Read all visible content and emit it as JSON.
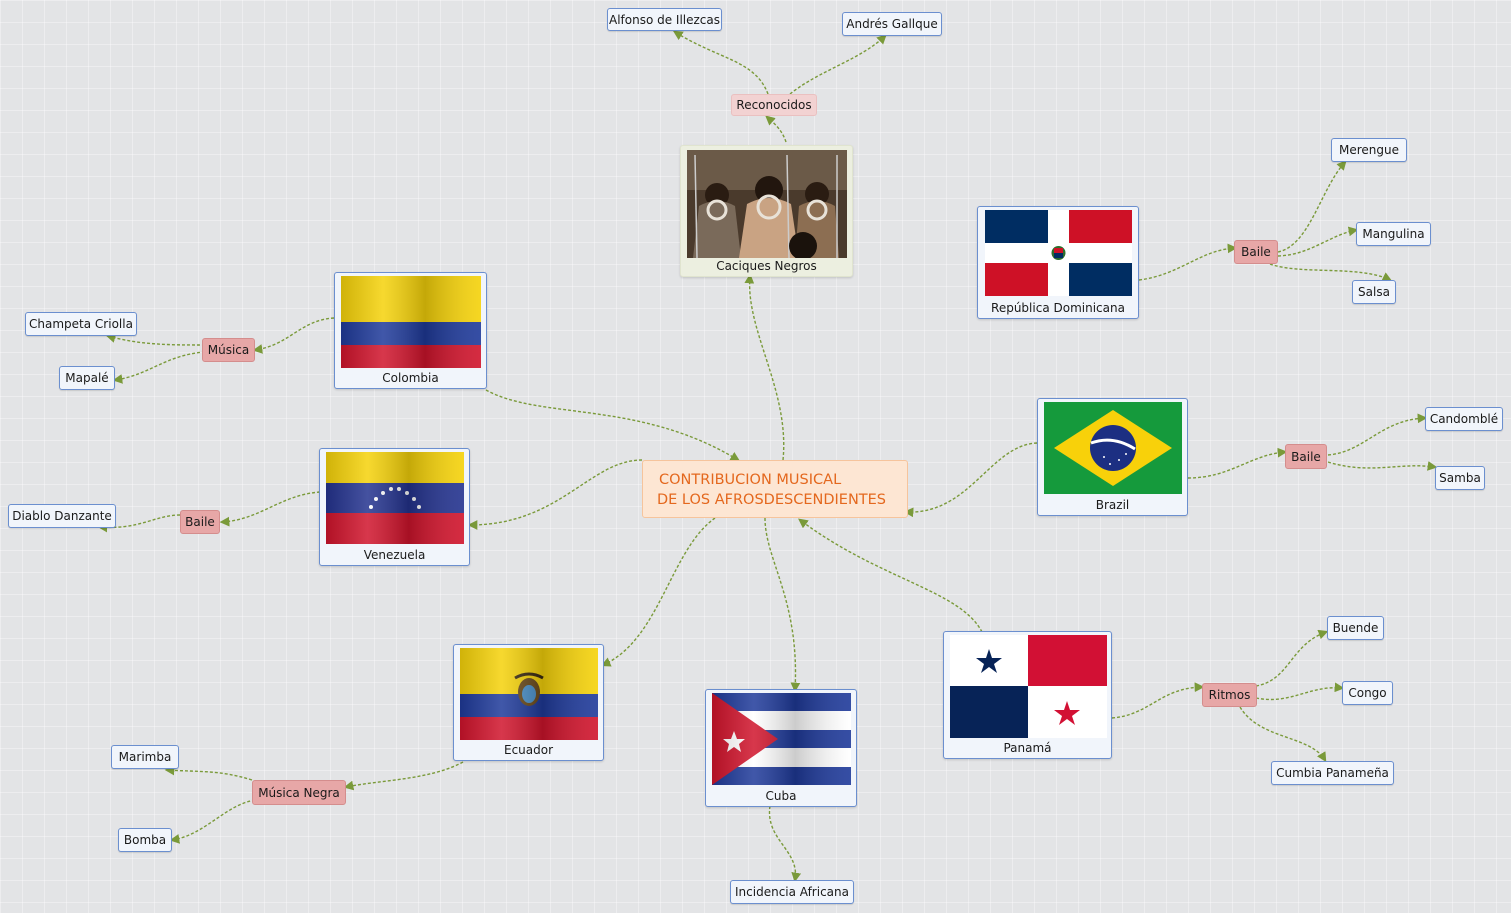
{
  "central": {
    "line1": "CONTRIBUCION MUSICAL",
    "line2": "DE LOS AFROSDESCENDIENTES"
  },
  "caciques": {
    "label": "Caciques Negros",
    "category": "Reconocidos",
    "children": [
      "Alfonso de Illezcas",
      "Andrés Gallque"
    ]
  },
  "republica_dominicana": {
    "label": "República Dominicana",
    "category": "Baile",
    "children": [
      "Merengue",
      "Mangulina",
      "Salsa"
    ]
  },
  "colombia": {
    "label": "Colombia",
    "category": "Música",
    "children": [
      "Champeta Criolla",
      "Mapalé"
    ]
  },
  "venezuela": {
    "label": "Venezuela",
    "category": "Baile",
    "children": [
      "Diablo Danzante"
    ]
  },
  "brazil": {
    "label": "Brazil",
    "category": "Baile",
    "children": [
      "Candomblé",
      "Samba"
    ]
  },
  "ecuador": {
    "label": "Ecuador",
    "category": "Música Negra",
    "children": [
      "Marimba",
      "Bomba"
    ]
  },
  "cuba": {
    "label": "Cuba",
    "children": [
      "Incidencia Africana"
    ]
  },
  "panama": {
    "label": "Panamá",
    "category": "Ritmos",
    "children": [
      "Buende",
      "Congo",
      "Cumbia Panameña"
    ]
  },
  "colors": {
    "connector": "#7a9a3a",
    "leaf_border": "#6b8fcf",
    "category_fill": "#e7a7a7",
    "central_fill": "#fde6d3",
    "central_text": "#e4681e"
  }
}
